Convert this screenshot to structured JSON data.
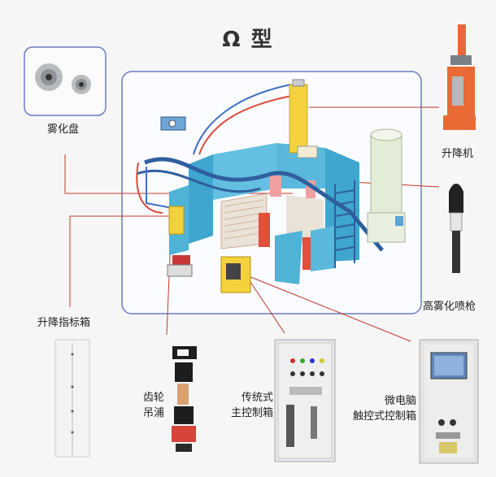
{
  "title": "Ω 型",
  "labels": {
    "atomizer_disc": "雾化盘",
    "lifter": "升降机",
    "high_atomizing_gun": "高雾化喷枪",
    "lift_indicator_box": "升降指标箱",
    "gear_hoist_line1": "齿轮",
    "gear_hoist_line2": "吊浦",
    "traditional_box_line1": "传统式",
    "traditional_box_line2": "主控制箱",
    "micro_box_line1": "微电脑",
    "micro_box_line2": "触控式控制箱"
  },
  "colors": {
    "frame_border": "#6a7bc4",
    "leader_line": "#c0392b",
    "booth_blue": "#4fb3d6",
    "pipe_blue": "#2f5f9e",
    "hoist_yellow": "#f0cf38",
    "red_panel": "#e0503a"
  }
}
